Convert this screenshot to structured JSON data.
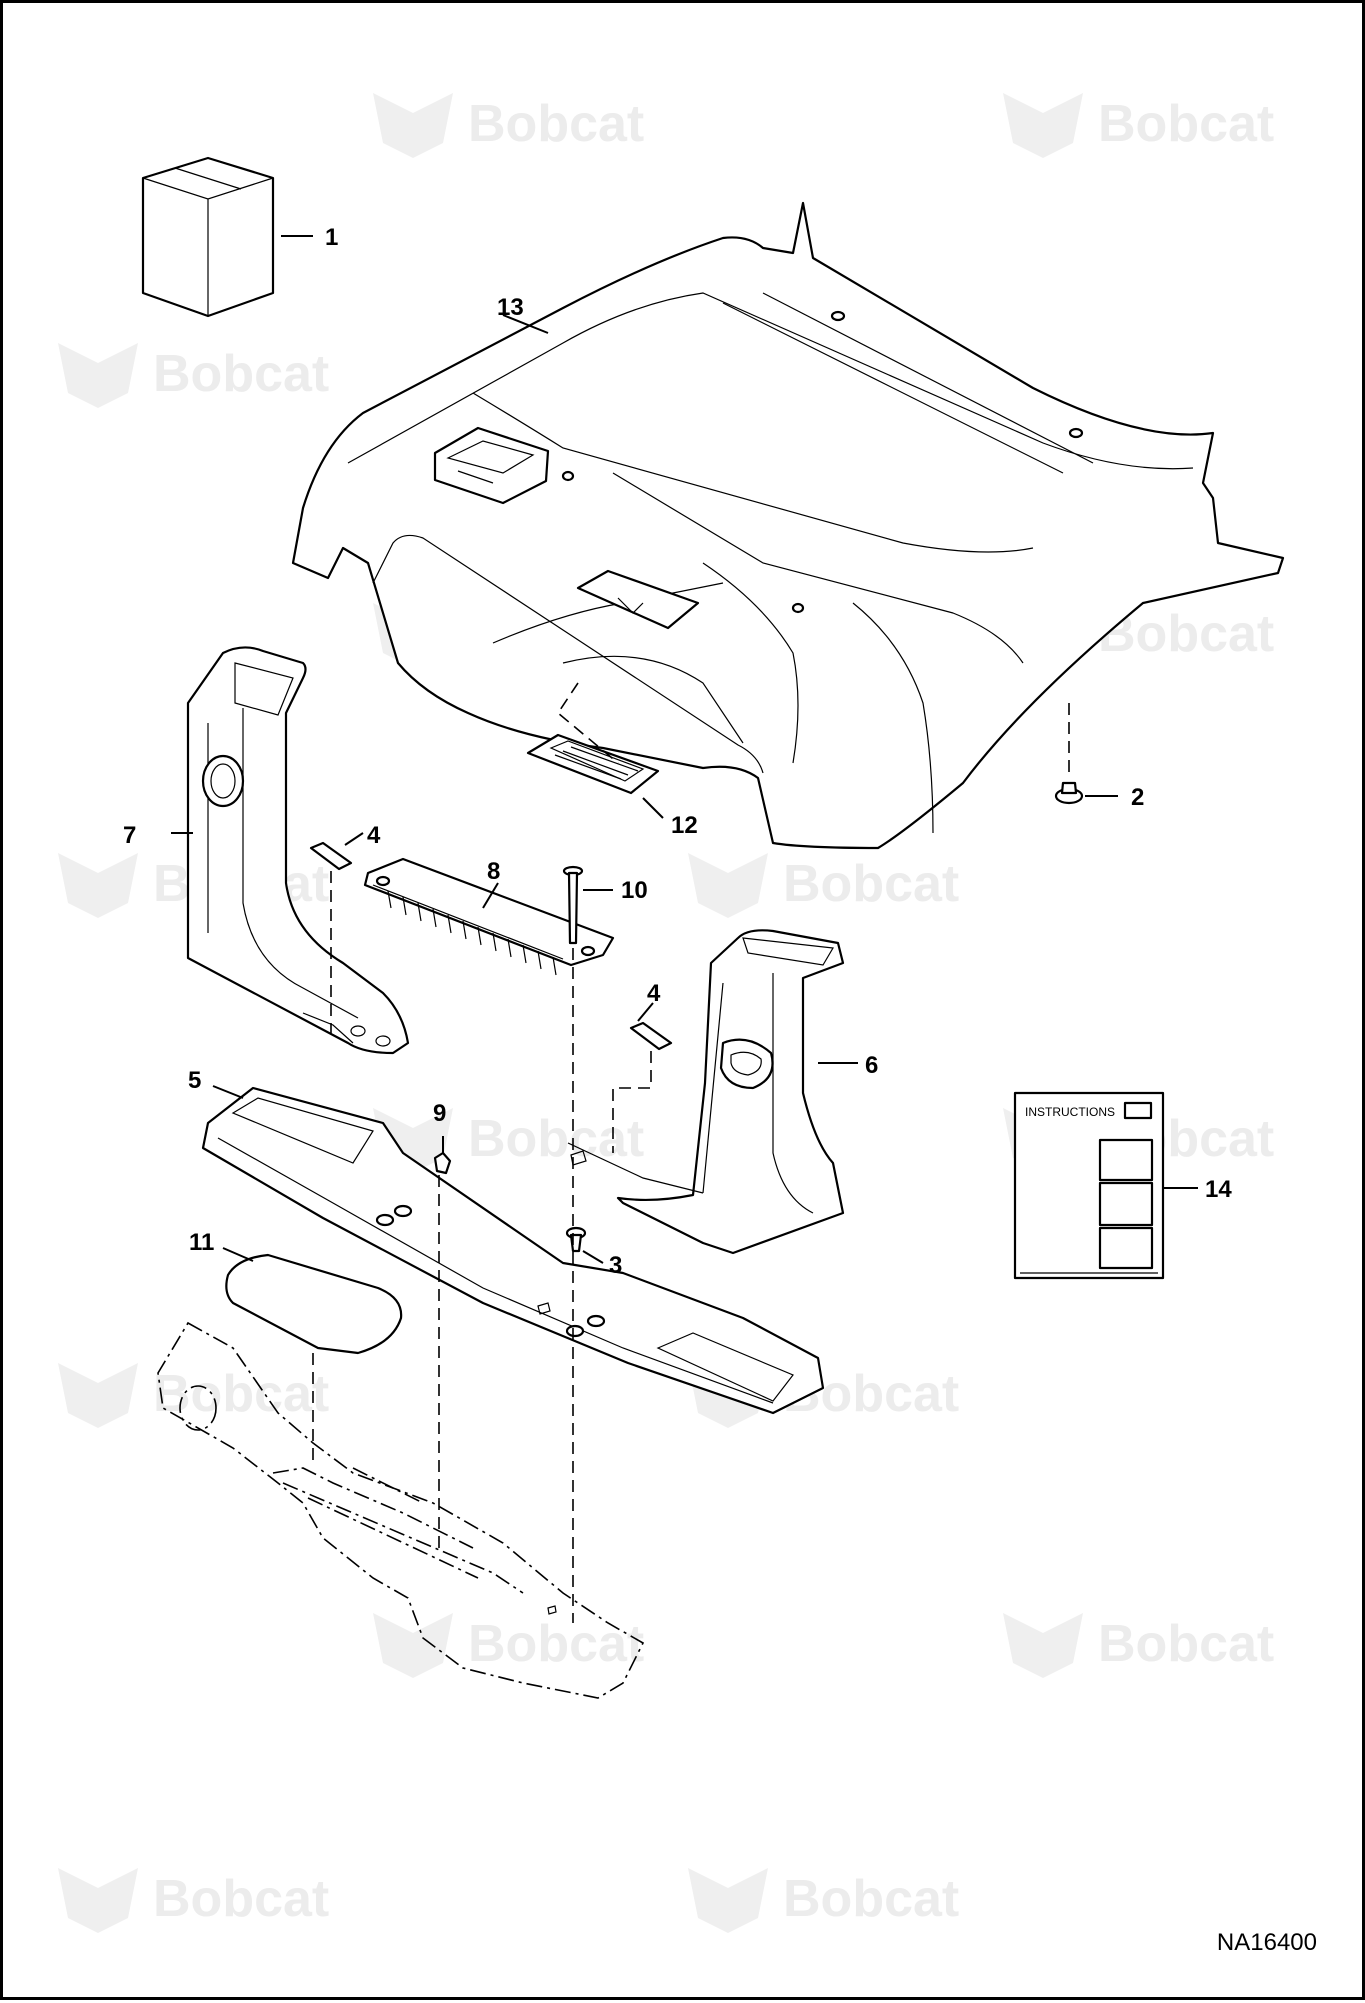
{
  "watermark": {
    "brand": "Bobcat"
  },
  "callouts": [
    "1",
    "2",
    "3",
    "4",
    "4",
    "5",
    "6",
    "7",
    "8",
    "9",
    "10",
    "11",
    "12",
    "13",
    "14"
  ],
  "instructions_card": {
    "title": "INSTRUCTIONS"
  },
  "drawing_code": "NA16400"
}
